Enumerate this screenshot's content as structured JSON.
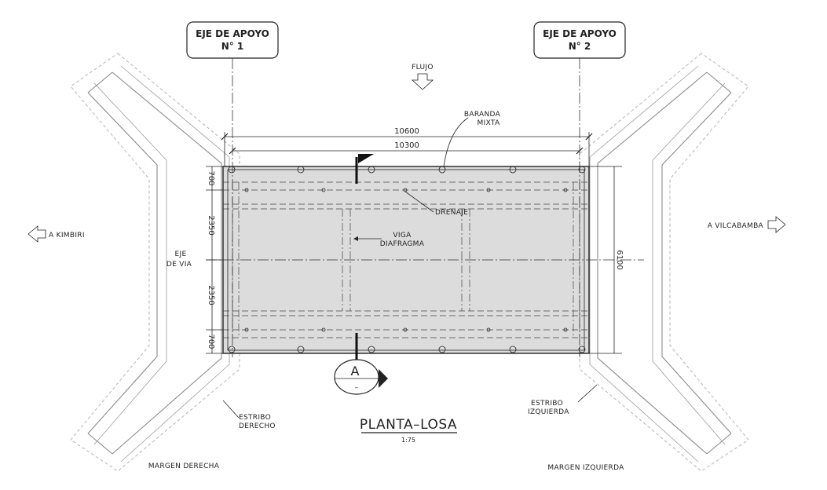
{
  "support_axes": [
    {
      "line1": "EJE DE APOYO",
      "line2": "N° 1"
    },
    {
      "line1": "EJE DE APOYO",
      "line2": "N° 2"
    }
  ],
  "flow_label": "FLUJO",
  "baranda_label": {
    "line1": "BARANDA",
    "line2": "MIXTA"
  },
  "drenaje_label": "DRENAJE",
  "viga_label": {
    "line1": "VIGA",
    "line2": "DIAFRAGMA"
  },
  "dimensions": {
    "overall_length": "10600",
    "span_length": "10300",
    "width": "6100",
    "edge_top": "700",
    "lane_top": "2350",
    "lane_bottom": "2350",
    "edge_bottom": "700"
  },
  "direction_left": "A KIMBIRI",
  "direction_right": "A VILCABAMBA",
  "road_axis": {
    "line1": "EJE",
    "line2": "DE VIA"
  },
  "section_marker": {
    "letter": "A",
    "sheet": "–"
  },
  "abutments": {
    "right": {
      "line1": "ESTRIBO",
      "line2": "DERECHO"
    },
    "left": {
      "line1": "ESTRIBO",
      "line2": "IZQUIERDA"
    }
  },
  "plan_title": "PLANTA–LOSA",
  "plan_scale": "1:75",
  "margins": {
    "right": "MARGEN DERECHA",
    "left": "MARGEN IZQUIERDA"
  }
}
